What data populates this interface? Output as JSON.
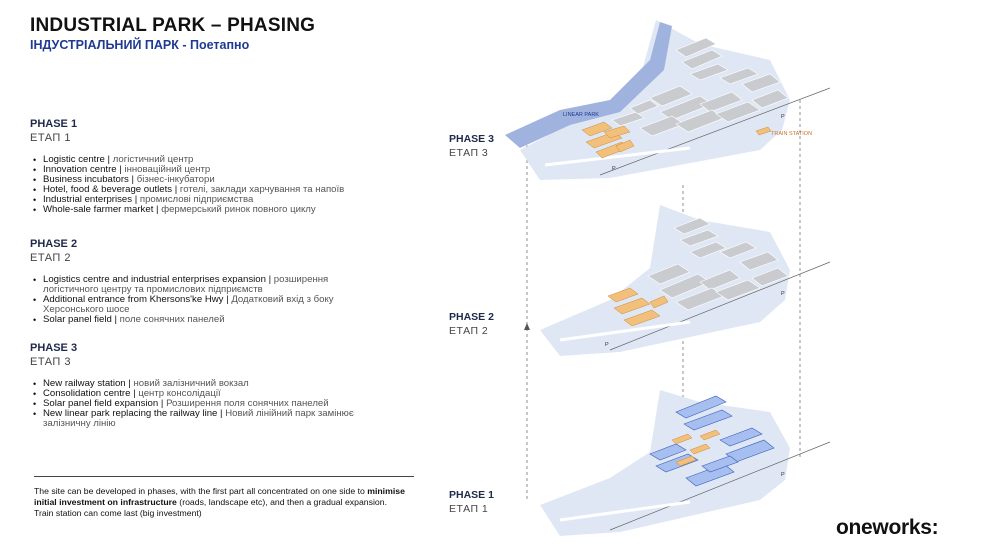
{
  "header": {
    "title": "INDUSTRIAL PARK – PHASING",
    "subtitle": "ІНДУСТРІАЛЬНИЙ ПАРК - Поетапно"
  },
  "phases": [
    {
      "title": "PHASE 1",
      "subtitle": "ЕТАП 1",
      "items": [
        {
          "en": "Logistic centre",
          "ua": "логістичний центр"
        },
        {
          "en": "Innovation centre",
          "ua": "інноваційний центр"
        },
        {
          "en": "Business incubators",
          "ua": "бізнес-інкубатори"
        },
        {
          "en": "Hotel, food & beverage outlets",
          "ua": "готелі, заклади харчування та напоїв"
        },
        {
          "en": "Industrial enterprises",
          "ua": "промислові підприємства"
        },
        {
          "en": "Whole-sale farmer market",
          "ua": "фермерський ринок повного циклу"
        }
      ]
    },
    {
      "title": "PHASE 2",
      "subtitle": "ЕТАП 2",
      "items": [
        {
          "en": "Logistics centre and industrial enterprises expansion",
          "ua": "розширення логістичного центру та промислових підприємств"
        },
        {
          "en": "Additional entrance from Khersons'ke Hwy",
          "ua": "Додатковий вхід з боку Херсонського шосе"
        },
        {
          "en": "Solar panel field",
          "ua": "поле сонячних панелей"
        }
      ]
    },
    {
      "title": "PHASE 3",
      "subtitle": "ЕТАП 3",
      "items": [
        {
          "en": "New railway station",
          "ua": "новий залізничний вокзал"
        },
        {
          "en": "Consolidation centre",
          "ua": "центр консолідації"
        },
        {
          "en": "Solar panel field expansion",
          "ua": "Розширення поля сонячних панелей"
        },
        {
          "en": "New linear park replacing the railway line",
          "ua": "Новий лінійний парк замінює залізничну лінію"
        }
      ]
    }
  ],
  "note": {
    "line1": "The site can be developed in phases, with the first part all concentrated on one side to",
    "bold": "minimise initial investment on infrastructure",
    "line2": " (roads, landscape etc), and then a gradual expansion.",
    "line3": "Train station can come last (big investment)"
  },
  "diagram": {
    "phase3_label": "PHASE 3",
    "phase3_sub": "ЕТАП 3",
    "phase2_label": "PHASE 2",
    "phase2_sub": "ЕТАП 2",
    "phase1_label": "PHASE 1",
    "phase1_sub": "ЕТАП 1",
    "linear_park": "LINEAR PARK",
    "train_station": "TRAIN STATION",
    "parking": "P",
    "colors": {
      "site": "#dfe7f5",
      "road": "#eef2fa",
      "grey_building": "#c9cbcf",
      "orange_building": "#f2c07a",
      "blue_building": "#a7bff0",
      "park": "#9fb3de"
    }
  },
  "brand": {
    "logo": "oneworks:"
  }
}
